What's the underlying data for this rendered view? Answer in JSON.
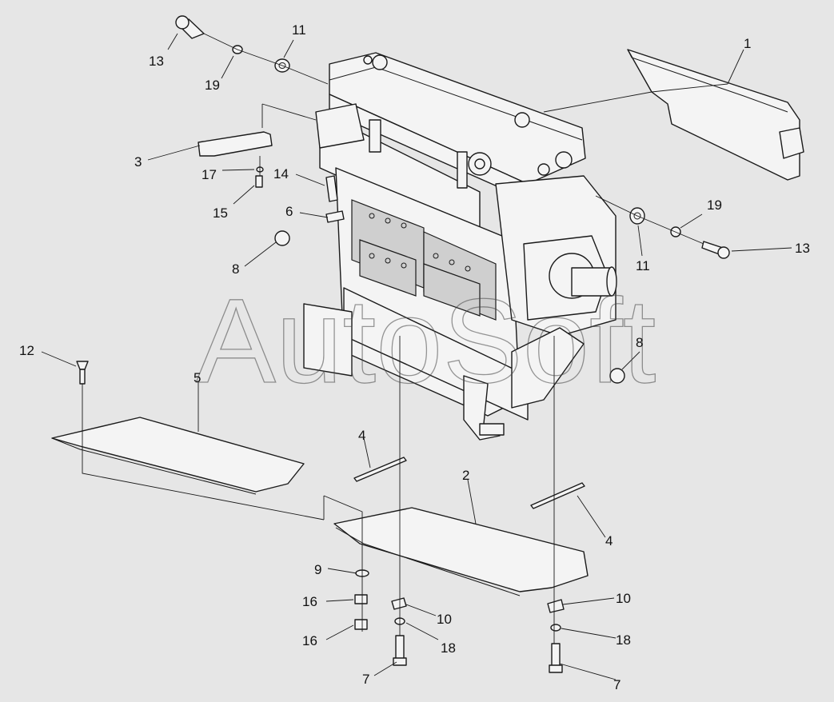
{
  "watermark": "AutoSoft",
  "callouts": [
    {
      "id": "c1",
      "label": "1"
    },
    {
      "id": "c2",
      "label": "2"
    },
    {
      "id": "c3",
      "label": "3"
    },
    {
      "id": "c4a",
      "label": "4"
    },
    {
      "id": "c4b",
      "label": "4"
    },
    {
      "id": "c5",
      "label": "5"
    },
    {
      "id": "c6",
      "label": "6"
    },
    {
      "id": "c7a",
      "label": "7"
    },
    {
      "id": "c7b",
      "label": "7"
    },
    {
      "id": "c8a",
      "label": "8"
    },
    {
      "id": "c8b",
      "label": "8"
    },
    {
      "id": "c9",
      "label": "9"
    },
    {
      "id": "c10a",
      "label": "10"
    },
    {
      "id": "c10b",
      "label": "10"
    },
    {
      "id": "c11a",
      "label": "11"
    },
    {
      "id": "c11b",
      "label": "11"
    },
    {
      "id": "c12",
      "label": "12"
    },
    {
      "id": "c13a",
      "label": "13"
    },
    {
      "id": "c13b",
      "label": "13"
    },
    {
      "id": "c14",
      "label": "14"
    },
    {
      "id": "c15",
      "label": "15"
    },
    {
      "id": "c16a",
      "label": "16"
    },
    {
      "id": "c16b",
      "label": "16"
    },
    {
      "id": "c17",
      "label": "17"
    },
    {
      "id": "c18a",
      "label": "18"
    },
    {
      "id": "c18b",
      "label": "18"
    },
    {
      "id": "c19a",
      "label": "19"
    },
    {
      "id": "c19b",
      "label": "19"
    }
  ]
}
